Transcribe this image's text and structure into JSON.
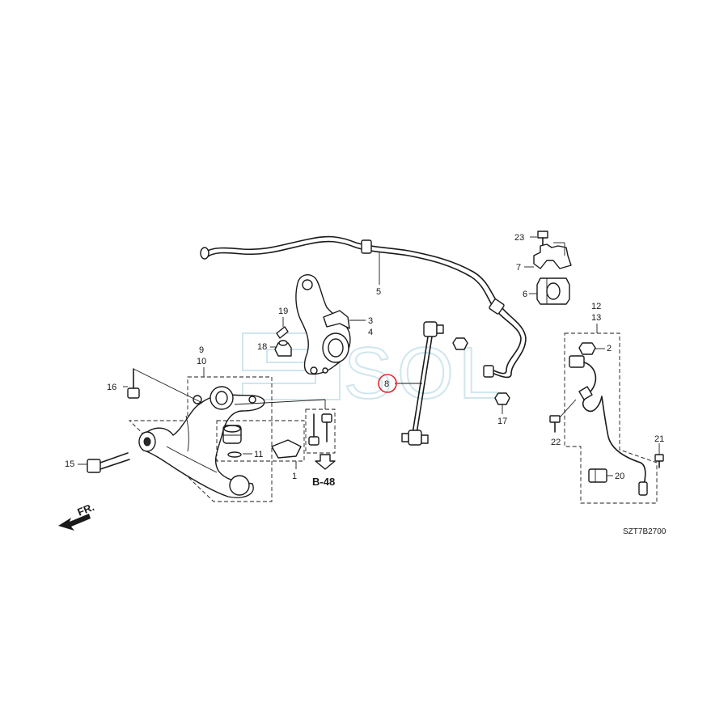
{
  "watermark": "SOL",
  "diagram_code": "SZT7B2700",
  "reference_label": "B-48",
  "direction_label": "FR.",
  "highlight_color": "#e2262a",
  "callouts": {
    "c1": "1",
    "c2": "2",
    "c3": "3",
    "c4": "4",
    "c5": "5",
    "c6": "6",
    "c7": "7",
    "c8": "8",
    "c9": "9",
    "c10": "10",
    "c11": "11",
    "c12": "12",
    "c13": "13",
    "c15": "15",
    "c16": "16",
    "c17": "17",
    "c18": "18",
    "c19": "19",
    "c20": "20",
    "c21": "21",
    "c22": "22",
    "c23": "23"
  }
}
